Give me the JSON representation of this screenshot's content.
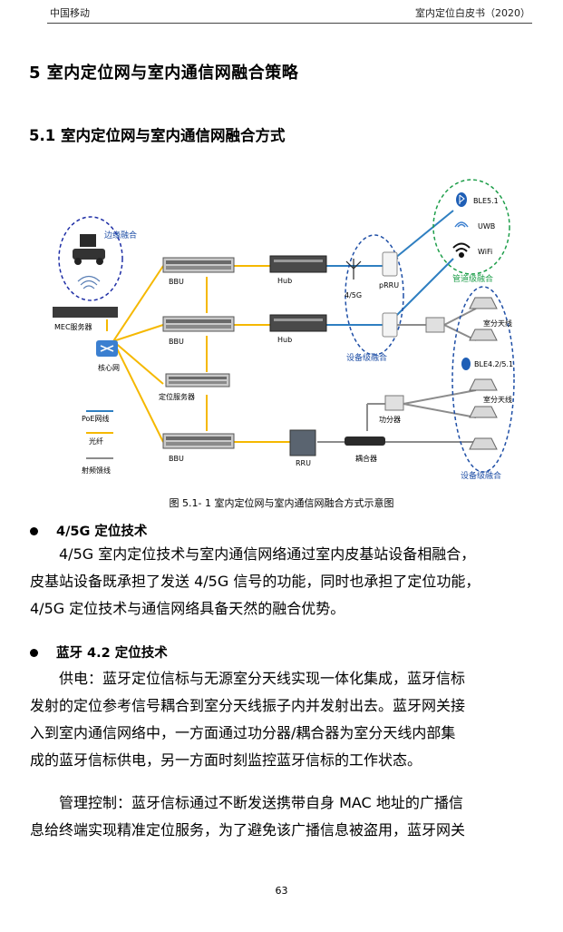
{
  "header": {
    "left": "中国移动",
    "right": "室内定位白皮书（2020）"
  },
  "section_title": "5  室内定位网与室内通信网融合策略",
  "subsection_title": "5.1 室内定位网与室内通信网融合方式",
  "figure": {
    "labels": {
      "edge_fusion": "边缘融合",
      "mec": "MEC服务器",
      "core": "核心网",
      "bbu1": "BBU",
      "bbu2": "BBU",
      "bbu3": "BBU",
      "loc_server": "定位服务器",
      "hub1": "Hub",
      "hub2": "Hub",
      "g45": "4/5G",
      "prru": "pRRU",
      "device_fusion_1": "设备级融合",
      "ble51": "BLE5.1",
      "uwb": "UWB",
      "wifi": "WiFi",
      "pipe_fusion": "管道级融合",
      "ant1": "室分天线",
      "ble4251": "BLE4.2/5.1",
      "ant2": "室分天线",
      "splitter": "功分器",
      "combiner": "耦合器",
      "rru": "RRU",
      "device_fusion_2": "设备级融合",
      "legend_poe": "PoE网线",
      "legend_fiber": "光纤",
      "legend_rf": "射频馈线"
    },
    "colors": {
      "fiber": "#f5b800",
      "poe": "#2f7fc1",
      "rf": "#8c8c8c",
      "fusion_label": "#1f4fa6",
      "green": "#1e9e4a"
    },
    "caption": "图  5.1- 1  室内定位网与室内通信网融合方式示意图"
  },
  "bullets": [
    {
      "title": "4/5G 定位技术"
    },
    {
      "title": "蓝牙 4.2 定位技术"
    }
  ],
  "para1": [
    "4/5G 室内定位技术与室内通信网络通过室内皮基站设备相融合，",
    "皮基站设备既承担了发送 4/5G 信号的功能，同时也承担了定位功能，",
    "4/5G 定位技术与通信网络具备天然的融合优势。"
  ],
  "para2": [
    "供电：蓝牙定位信标与无源室分天线实现一体化集成，蓝牙信标",
    "发射的定位参考信号耦合到室分天线振子内并发射出去。蓝牙网关接",
    "入到室内通信网络中，一方面通过功分器/耦合器为室分天线内部集",
    "成的蓝牙信标供电，另一方面时刻监控蓝牙信标的工作状态。"
  ],
  "para3": [
    "管理控制：蓝牙信标通过不断发送携带自身 MAC 地址的广播信",
    "息给终端实现精准定位服务，为了避免该广播信息被盗用，蓝牙网关"
  ],
  "page_number": "63"
}
